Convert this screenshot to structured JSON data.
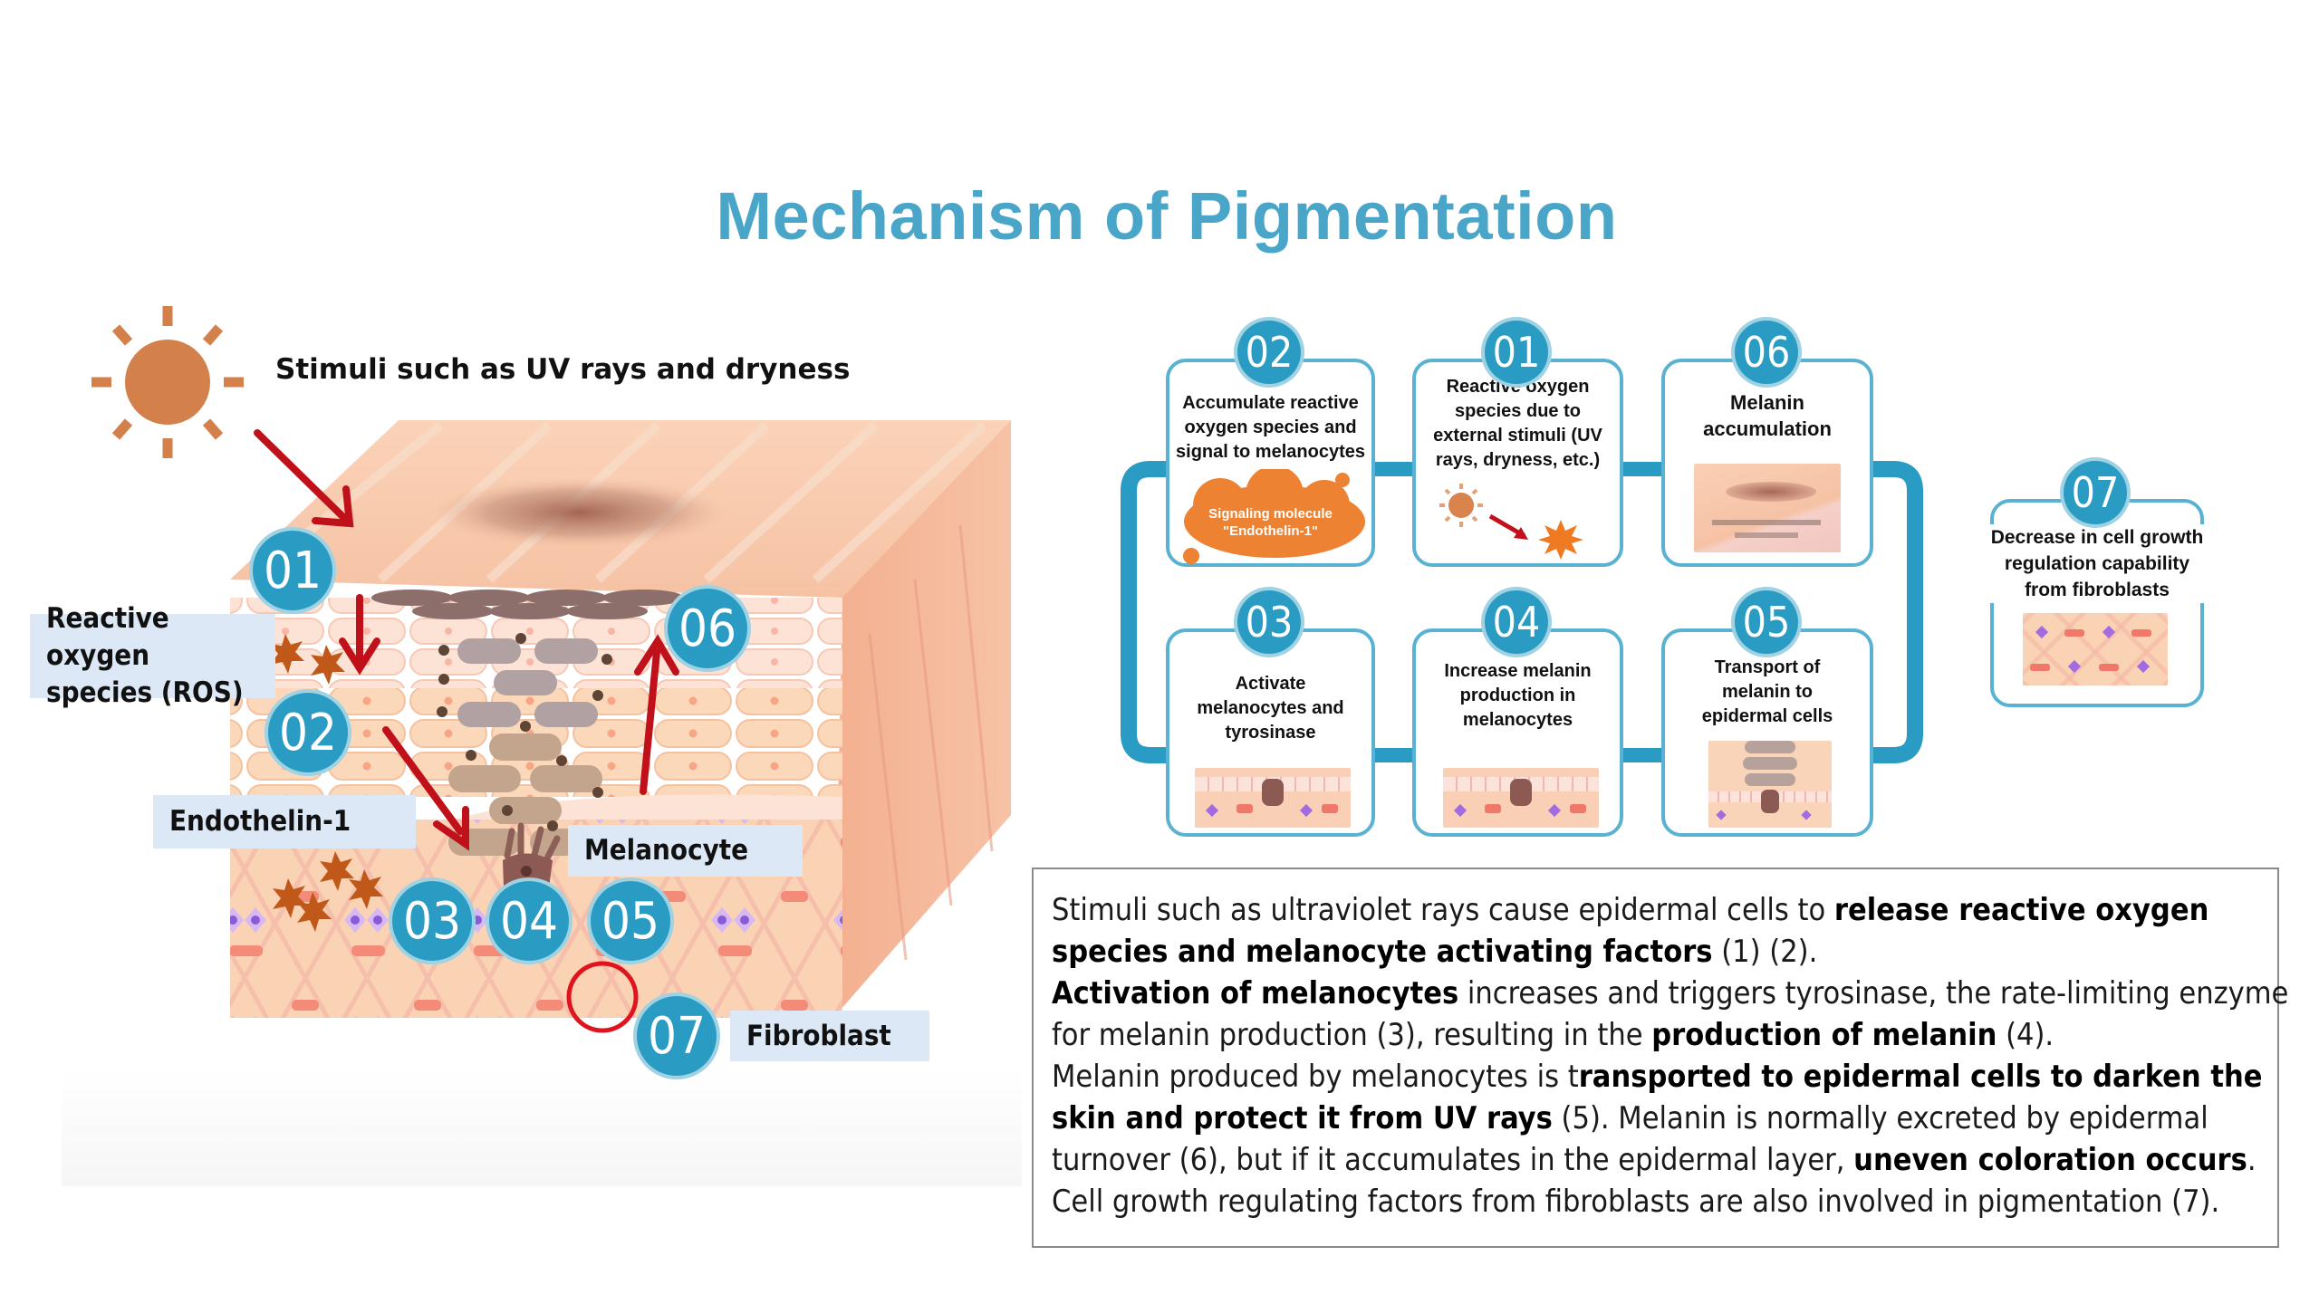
{
  "title": "Mechanism of Pigmentation",
  "colors": {
    "title": "#4aa6c8",
    "badge": "#2a9bc2",
    "arrow": "#c0101a",
    "sun": "#d4804a",
    "label_bg": "#dce8f6",
    "signal_cloud": "#ee8233",
    "connector": "#2a9bc2"
  },
  "illustration": {
    "stimuli_label": "Stimuli such as UV rays and dryness",
    "labels": {
      "ros": [
        "Reactive oxygen",
        "species (ROS)"
      ],
      "endothelin": "Endothelin-1",
      "melanocyte": "Melanocyte",
      "fibroblast": "Fibroblast"
    },
    "badges": [
      "01",
      "02",
      "03",
      "04",
      "05",
      "06",
      "07"
    ],
    "icons": [
      "sun-icon",
      "ros-particle-icon",
      "melanocyte-cell-icon",
      "fibroblast-highlight-circle"
    ]
  },
  "cycle": {
    "steps": [
      {
        "id": "01",
        "lines": [
          "Reactive oxygen",
          "species due to",
          "external stimuli (UV",
          "rays, dryness, etc.)"
        ],
        "image": "sun-to-ros"
      },
      {
        "id": "02",
        "lines": [
          "Accumulate reactive",
          "oxygen species and",
          "signal to melanocytes"
        ],
        "image": "signal-cloud",
        "cloud_lines": [
          "Signaling molecule",
          "\"Endothelin-1\""
        ]
      },
      {
        "id": "03",
        "lines": [
          "Activate",
          "melanocytes and",
          "tyrosinase"
        ],
        "image": "melanocyte-layer"
      },
      {
        "id": "04",
        "lines": [
          "Increase melanin",
          "production in",
          "melanocytes"
        ],
        "image": "melanocyte-layer"
      },
      {
        "id": "05",
        "lines": [
          "Transport of",
          "melanin to",
          "epidermal cells"
        ],
        "image": "melanin-transport"
      },
      {
        "id": "06",
        "lines": [
          "Melanin",
          "accumulation"
        ],
        "image": "skin-spot"
      },
      {
        "id": "07",
        "lines": [
          "Decrease in cell growth",
          "regulation capability",
          "from fibroblasts"
        ],
        "image": "fibroblast-layer"
      }
    ]
  },
  "description": {
    "lines": [
      [
        {
          "t": "Stimuli such as ultraviolet rays cause epidermal cells to "
        },
        {
          "t": "release reactive oxygen",
          "b": true
        }
      ],
      [
        {
          "t": "species and melanocyte activating factors",
          "b": true
        },
        {
          "t": " (1) (2)."
        }
      ],
      [
        {
          "t": "Activation of melanocytes",
          "b": true
        },
        {
          "t": " increases and triggers tyrosinase, the rate-limiting enzyme"
        }
      ],
      [
        {
          "t": "for melanin production (3), resulting in the "
        },
        {
          "t": "production of melanin",
          "b": true
        },
        {
          "t": " (4)."
        }
      ],
      [
        {
          "t": "Melanin produced by melanocytes is t"
        },
        {
          "t": "ransported to epidermal cells to darken the",
          "b": true
        }
      ],
      [
        {
          "t": "skin and protect it from UV rays",
          "b": true
        },
        {
          "t": " (5). Melanin is normally excreted by epidermal"
        }
      ],
      [
        {
          "t": "turnover (6), but if it accumulates in the epidermal layer, "
        },
        {
          "t": "uneven coloration occurs",
          "b": true
        },
        {
          "t": "."
        }
      ],
      [
        {
          "t": "Cell growth regulating factors from fibroblasts are also involved in pigmentation (7)."
        }
      ]
    ]
  }
}
